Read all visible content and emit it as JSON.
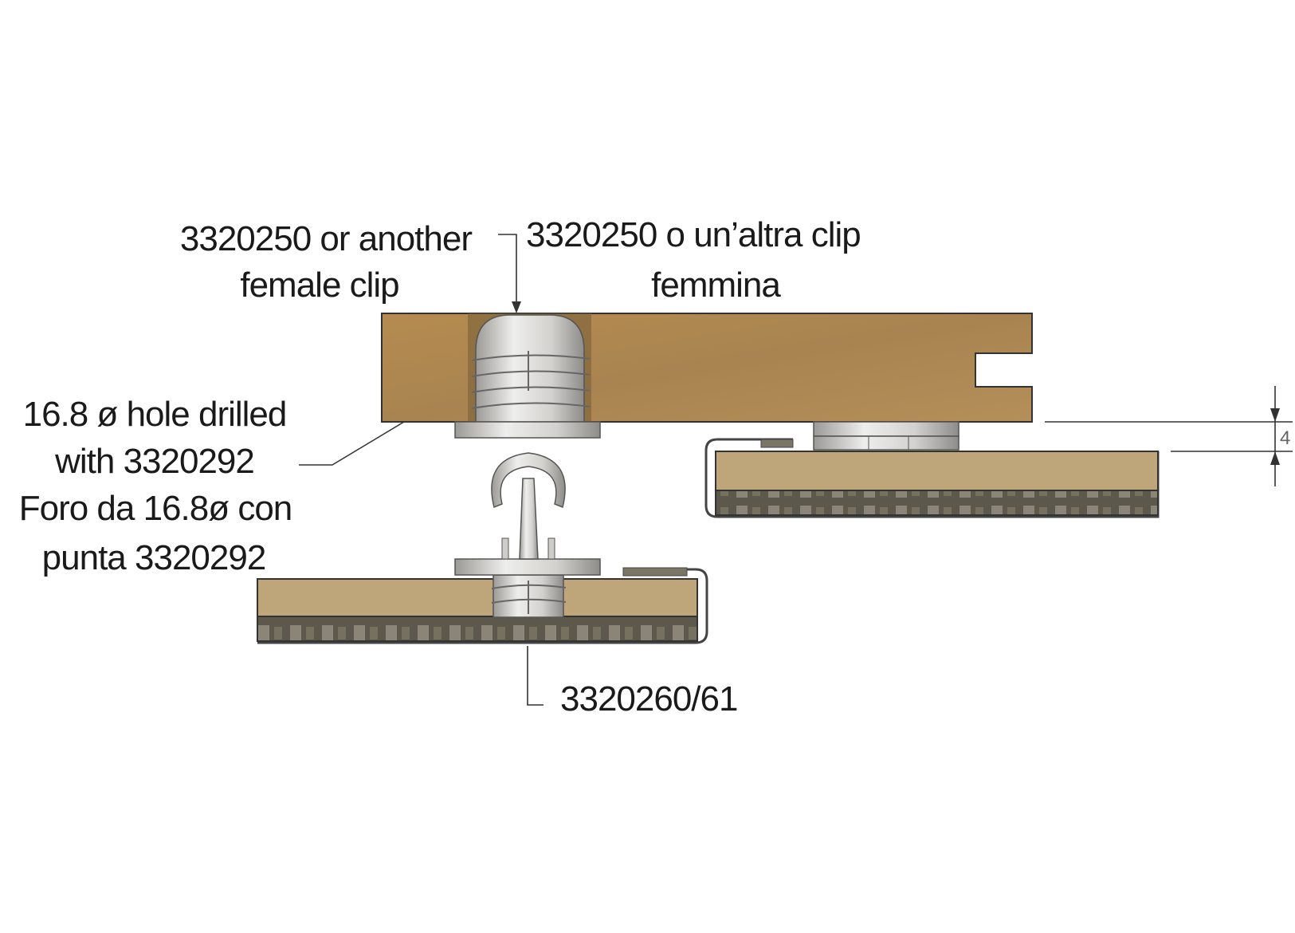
{
  "labels": {
    "female_clip_en_line1": "3320250 or another",
    "female_clip_en_line2": "female clip",
    "female_clip_it_line1": "3320250 o un’altra clip",
    "female_clip_it_line2": "femmina",
    "hole_en_line1": "16.8 ø hole drilled",
    "hole_en_line2": "with 3320292",
    "hole_it_line1": "Foro da 16.8ø con",
    "hole_it_line2": "punta 3320292",
    "male_clip": "3320260/61",
    "gap_dimension": "4"
  },
  "colors": {
    "wood": "#b08a52",
    "panel_core": "#bfa57a",
    "panel_backing": "#5a5548",
    "clip": "#d6d4d0"
  }
}
